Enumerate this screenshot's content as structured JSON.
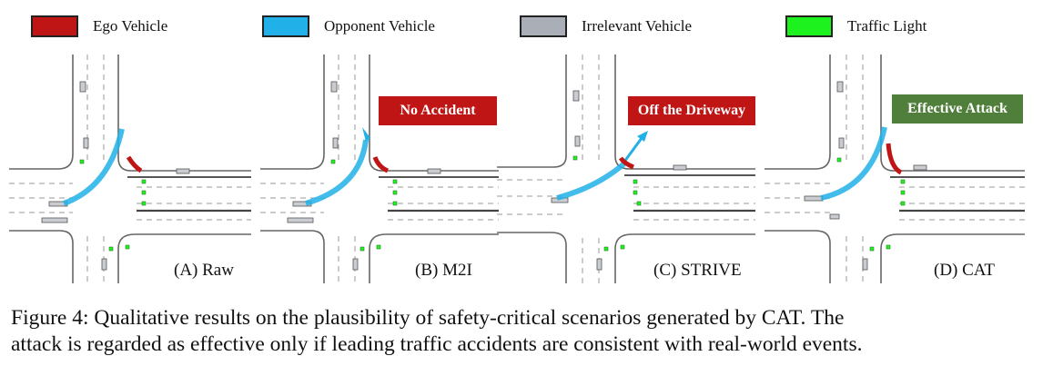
{
  "legend": [
    {
      "label": "Ego Vehicle",
      "color": "#c01515"
    },
    {
      "label": "Opponent Vehicle",
      "color": "#21b1e8"
    },
    {
      "label": "Irrelevant Vehicle",
      "color": "#a9aeb7"
    },
    {
      "label": "Traffic Light",
      "color": "#1ef21e"
    }
  ],
  "panels": [
    {
      "title": "(A) Raw",
      "result": null
    },
    {
      "title": "(B) M2I",
      "result": {
        "text": "No Accident",
        "color": "#c01515"
      }
    },
    {
      "title": "(C) STRIVE",
      "result": {
        "text": "Off the Driveway",
        "color": "#c01515"
      }
    },
    {
      "title": "(D) CAT",
      "result": {
        "text": "Effective Attack",
        "color": "#4f7f3a"
      }
    }
  ],
  "caption": {
    "line1": "Figure 4: Qualitative results on the plausibility of safety-critical scenarios generated by CAT. The",
    "line2": "attack is regarded as effective only if leading traffic accidents are consistent with real-world events."
  }
}
